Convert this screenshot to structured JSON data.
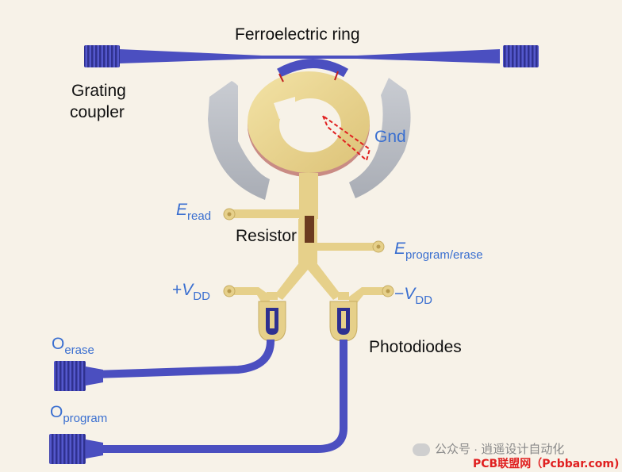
{
  "labels": {
    "ferroelectric_ring": "Ferroelectric ring",
    "grating_coupler_1": "Grating",
    "grating_coupler_2": "coupler",
    "gnd": "Gnd",
    "e_read": {
      "main": "E",
      "sub": "read"
    },
    "resistor": "Resistor",
    "e_program_erase": {
      "main": "E",
      "sub": "program/erase"
    },
    "plus_vdd": {
      "prefix": "+",
      "main": "V",
      "sub": "DD"
    },
    "minus_vdd": {
      "prefix": "−",
      "main": "V",
      "sub": "DD"
    },
    "o_erase": {
      "main": "O",
      "sub": "erase"
    },
    "o_program": {
      "main": "O",
      "sub": "program"
    },
    "photodiodes": "Photodiodes"
  },
  "watermark": {
    "channel": "公众号 · 逍遥设计自动化",
    "site": "PCB联盟网（Pcbbar.com)"
  },
  "colors": {
    "background": "#f7f2e8",
    "waveguide": "#4b4fc0",
    "gold": "#e9d48f",
    "gray_electrode": "#b9bcc3",
    "resistor": "#6b3a1f",
    "label_blue": "#3a6fd0",
    "dashed_box": "#e02020"
  }
}
